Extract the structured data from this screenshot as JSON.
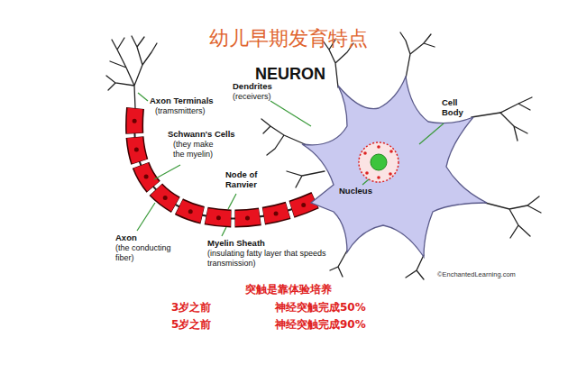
{
  "diagram": {
    "title": "幼儿早期发育特点",
    "labels": [
      "NEURON",
      "Axon Terminals",
      "(tramsmitters)",
      "Dendrites",
      "(receivers)",
      "Schwann's Cells",
      "(they make the myelin)",
      "Cell Body",
      "Node of Ranvier",
      "Nucleus",
      "Axon",
      "(the conducting fiber)",
      "Myelin Sheath",
      "(insulating fatty layer that speeds transmission)",
      "©EnchantedLearning.com",
      "突触是靠体验培养",
      "3岁之前",
      "神经突触完成50%",
      "5岁之前",
      "神经突触完成90%"
    ]
  }
}
